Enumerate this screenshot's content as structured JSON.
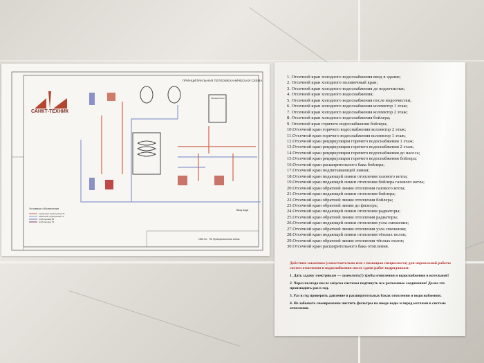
{
  "schematic": {
    "title": "ПРИНЦИПИАЛЬНАЯ ТЕПЛОМЕХАНИЧЕСКАЯ СХЕМА",
    "logo": "САНКТ-ТЕХНИК",
    "boiler_label": "Газовый котел",
    "legend_title": "Условные обозначения",
    "legend": [
      "подающий трубопровод Т1",
      "обратный трубопровод Т2",
      "трубопровод В1",
      "трубопровод Т3"
    ],
    "water_inlet": "Ввод воды",
    "stamp": "ОВ3.03 - ТМ Принципиальная схема",
    "colors": {
      "supply": "#d0604a",
      "return": "#8a9ad0",
      "water": "#6c7ab8"
    }
  },
  "valves": {
    "items": [
      "1.  Отсечной кран холодного водоснабжения ввод в здание;",
      "2.  Отсечной кран холодного поливочный кран;",
      "3.  Отсечной кран холодного водоснабжения до водоочистки;",
      "4.  Отсечной кран холодного водоснабжения;",
      "5.  Отсечной кран холодного водоснабжения после водоочистки;",
      "6.  Отсечной кран холодного водоснабжения коллектор 1 этаж;",
      "7.  Отсечной кран холодного водоснабжения коллектор 2 этаж;",
      "8.  Отсечной кран холодного водоснабжения бойлера;",
      "9.  Отсечной кран горячего водоснабжения бойлера;",
      "10.Отсечной кран горячего водоснабжения коллектор 2 этаж;",
      "11.Отсечной кран горячего водоснабжения коллектор 1 этаж;",
      "12.Отсечной кран рециркуляции горячего водоснабжения 1 этаж;",
      "13.Отсечной кран рециркуляции горячего водоснабжения 2 этаж;",
      "14.Отсечной кран рециркуляции горячего водоснабжения до насоса;",
      "15.Отсечной кран рециркуляции горячего водоснабжения бойлера;",
      "16.Отсечной кран расширительного бака бойлера;",
      "17.Отсечной кран подпитывающей линии;",
      "18.Отсечной кран подающей линии отопления газового котла;",
      "19.Отсечной кран подающей линии отопления бойлера газового котла;",
      "20.Отсечной кран обратной линии отопления газового котла;",
      "21.Отсечной кран подающей линии отопления бойлера;",
      "22.Отсечной кран обратной линии отопления бойлера;",
      "23.Отсечной кран обратной линии до фильтра;",
      "24.Отсечной кран подающей линии отопления радиаторы;",
      "25.Отсечной кран обратной линии отопления радиаторы;",
      "26.Отсечной кран подающей линии отопления узла смешения;",
      "27.Отсечной кран обратной линии отопления узла смешения;",
      "28.Отсечной кран подающей линии отопления тёплых полов;",
      "29.Отсечной кран обратной линии отопления тёплых полов;",
      "30.Отсечной кран расширительного бака отопления."
    ]
  },
  "notes": {
    "heading": "Действия заказчика (самостоятельно или с помощью специалиста) для нормальной работы систем отопления и водоснабжения после сдачи работ подрядчиком:",
    "items": [
      "1. Дать задачу электрикам — заземлить(!) трубы отопления и водоснабжения в котельной!",
      "2. Через полгода после запуска системы подтянуть все разъемные соединения! Далее это производить раз в год.",
      "3. Раз в год проверять давление в расширительных баках отопления и водоснабжения.",
      "4. Не забывать своевременно чистить фильтры на вводе воды и перед котлами в системе отопления."
    ]
  }
}
